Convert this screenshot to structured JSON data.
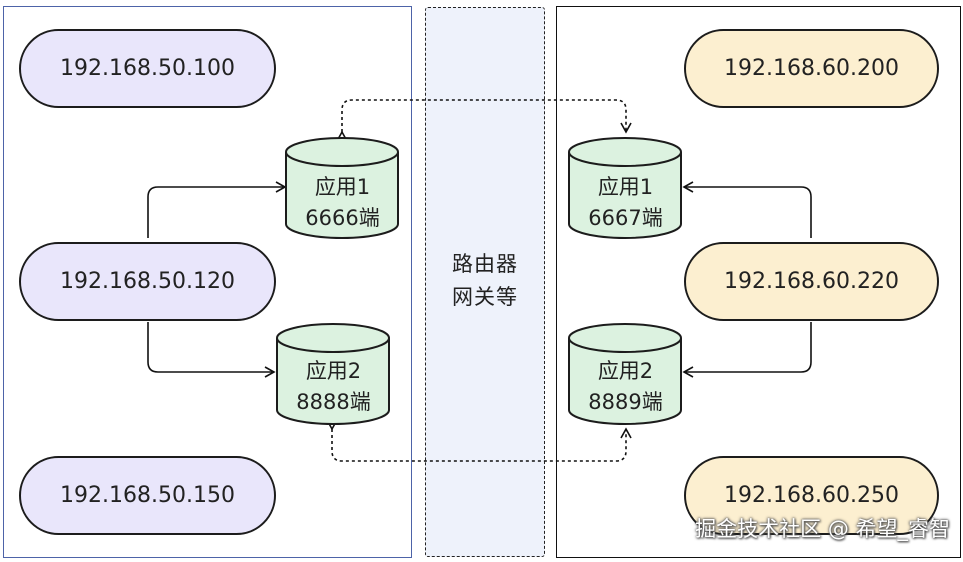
{
  "gateway": {
    "line1": "路由器",
    "line2": "网关等"
  },
  "left_hosts": [
    {
      "ip": "192.168.50.100"
    },
    {
      "ip": "192.168.50.120"
    },
    {
      "ip": "192.168.50.150"
    }
  ],
  "right_hosts": [
    {
      "ip": "192.168.60.200"
    },
    {
      "ip": "192.168.60.220"
    },
    {
      "ip": "192.168.60.250"
    }
  ],
  "left_apps": [
    {
      "name": "应用1",
      "port": "6666端"
    },
    {
      "name": "应用2",
      "port": "8888端"
    }
  ],
  "right_apps": [
    {
      "name": "应用1",
      "port": "6667端"
    },
    {
      "name": "应用2",
      "port": "8889端"
    }
  ],
  "colors": {
    "left_host_fill": "#e9e6fb",
    "right_host_fill": "#fcefd0",
    "app_fill": "#dcf2e0",
    "gateway_fill": "#eef2fb",
    "left_border": "#4d63a8"
  },
  "watermark": "掘金技术社区 @ 希望_睿智"
}
